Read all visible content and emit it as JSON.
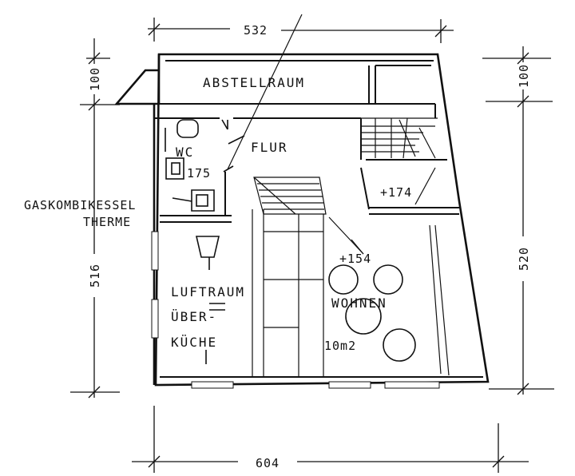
{
  "floor_plan": {
    "dimensions": {
      "top_width": "532",
      "bottom_width": "604",
      "left_top_depth": "100",
      "left_depth": "516",
      "right_top_depth": "100",
      "right_depth": "520"
    },
    "rooms": {
      "storage": "ABSTELLRAUM",
      "wc": "WC",
      "hall": "FLUR",
      "living": "WOHNEN",
      "void_line1": "LUFTRAUM",
      "void_line2": "ÜBER-",
      "void_line3": "KÜCHE"
    },
    "levels": {
      "wc_level": "175",
      "upper_stair_level": "+174",
      "living_level": "+154"
    },
    "living_area": "10m2",
    "equipment_line1": "GASKOMBIKESSEL",
    "equipment_line2": "THERME"
  }
}
